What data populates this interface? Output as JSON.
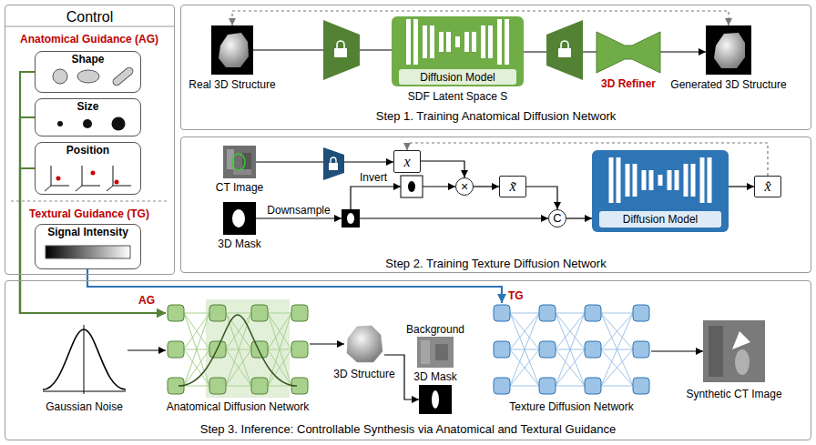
{
  "diagram": {
    "nodes": [
      {
        "text": [
          "Control"
        ]
      },
      {
        "text": [
          "Shape"
        ],
        "in": 0
      },
      {
        "text": [
          "Size"
        ],
        "in": 0
      },
      {
        "text": [
          "Position"
        ],
        "in": 0
      },
      {
        "text": [
          "Signal Intensity"
        ],
        "in": 0
      },
      {
        "text": [
          "Step 1. Training Anatomical Diffusion Network"
        ]
      },
      {
        "text": [
          "Real 3D Structure"
        ],
        "in": 5
      },
      {
        "text": [
          "Diffusion Model",
          "SDF Latent Space S"
        ],
        "in": 5
      },
      {
        "text": [
          "3D Refiner"
        ],
        "in": 5
      },
      {
        "text": [
          "Generated 3D Structure"
        ],
        "in": 5
      },
      {
        "text": [
          "Step 2. Training Texture Diffusion Network"
        ]
      },
      {
        "text": [
          "CT Image"
        ],
        "in": 10
      },
      {
        "text": [
          "3D Mask"
        ],
        "in": 10
      },
      {
        "text": [
          "x"
        ],
        "in": 10
      },
      {
        "text": [
          "×"
        ],
        "in": 10
      },
      {
        "text": [
          "x̃"
        ],
        "in": 10
      },
      {
        "text": [
          "C"
        ],
        "in": 10
      },
      {
        "text": [
          "Diffusion Model"
        ],
        "in": 10
      },
      {
        "text": [
          "x̂"
        ],
        "in": 10
      },
      {
        "text": [
          "Step 3. Inference: Controllable Synthesis via Anatomical and Textural Guidance"
        ]
      },
      {
        "text": [
          "Gaussian Noise"
        ],
        "in": 19
      },
      {
        "text": [
          "Anatomical Diffusion Network"
        ],
        "in": 19
      },
      {
        "text": [
          "3D Structure"
        ],
        "in": 19
      },
      {
        "text": [
          "Background"
        ],
        "in": 19
      },
      {
        "text": [
          "3D Mask"
        ],
        "in": 19
      },
      {
        "text": [
          "Texture Diffusion Network"
        ],
        "in": 19
      },
      {
        "text": [
          "Synthetic CT Image"
        ],
        "in": 19
      }
    ],
    "edges": [
      {
        "from": 1,
        "to": 21,
        "arrow": "to",
        "label": "AG"
      },
      {
        "from": 2,
        "to": 21,
        "arrow": "to"
      },
      {
        "from": 3,
        "to": 21,
        "arrow": "to"
      },
      {
        "from": 4,
        "to": 25,
        "arrow": "to",
        "label": "TG"
      },
      {
        "from": 6,
        "to": 7,
        "arrow": "none"
      },
      {
        "from": 7,
        "to": 8,
        "arrow": "none"
      },
      {
        "from": 8,
        "to": 9,
        "arrow": "to"
      },
      {
        "from": 9,
        "to": 6,
        "arrow": "both"
      },
      {
        "from": 11,
        "to": 13,
        "arrow": "to"
      },
      {
        "from": 13,
        "to": 14,
        "arrow": "to"
      },
      {
        "from": 14,
        "to": 15,
        "arrow": "to"
      },
      {
        "from": 15,
        "to": 16,
        "arrow": "to"
      },
      {
        "from": 16,
        "to": 17,
        "arrow": "to"
      },
      {
        "from": 17,
        "to": 18,
        "arrow": "to"
      },
      {
        "from": 18,
        "to": 13,
        "arrow": "to"
      },
      {
        "from": 20,
        "to": 21,
        "arrow": "to"
      },
      {
        "from": 21,
        "to": 22,
        "arrow": "to"
      },
      {
        "from": 22,
        "to": 24,
        "arrow": "to"
      },
      {
        "from": 25,
        "to": 26,
        "arrow": "to"
      }
    ],
    "labels": [
      "Anatomical Guidance (AG)",
      "Textural Guidance (TG)",
      "Downsample",
      "Invert"
    ]
  }
}
